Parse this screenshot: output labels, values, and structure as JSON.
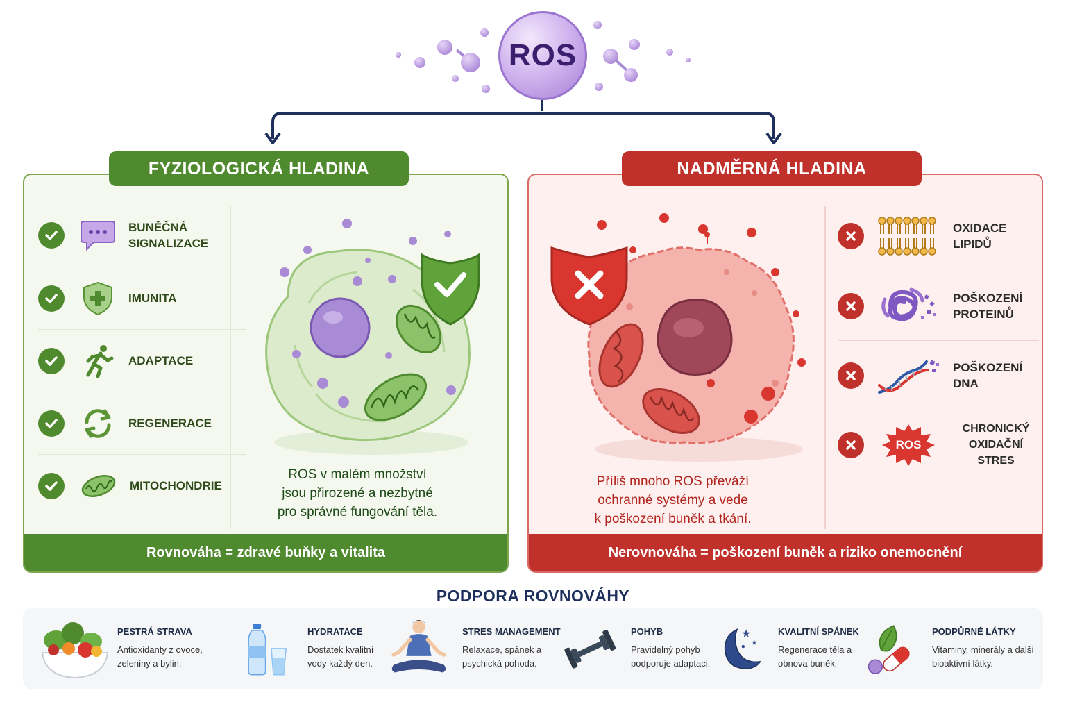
{
  "header": {
    "center_label": "ROS"
  },
  "left_panel": {
    "title": "FYZIOLOGICKÁ HLADINA",
    "items": [
      {
        "label_lines": [
          "BUNĚČNÁ",
          "SIGNALIZACE"
        ],
        "icon": "speech-bubble-icon"
      },
      {
        "label_lines": [
          "IMUNITA"
        ],
        "icon": "shield-plus-icon"
      },
      {
        "label_lines": [
          "ADAPTACE"
        ],
        "icon": "running-person-icon"
      },
      {
        "label_lines": [
          "REGENERACE"
        ],
        "icon": "recycle-arrows-icon"
      },
      {
        "label_lines": [
          "MITOCHONDRIE"
        ],
        "icon": "mitochondrion-icon"
      }
    ],
    "caption_lines": [
      "ROS v malém množství",
      "jsou přirozené a nezbytné",
      "pro správné fungování těla."
    ],
    "footer": "Rovnováha = zdravé buňky a vitalita"
  },
  "right_panel": {
    "title": "NADMĚRNÁ HLADINA",
    "items": [
      {
        "label_lines": [
          "OXIDACE",
          "LIPIDŮ"
        ],
        "icon": "lipid-bilayer-icon"
      },
      {
        "label_lines": [
          "POŠKOZENÍ",
          "PROTEINŮ"
        ],
        "icon": "damaged-protein-icon"
      },
      {
        "label_lines": [
          "POŠKOZENÍ",
          "DNA"
        ],
        "icon": "broken-dna-icon"
      },
      {
        "label_lines": [
          "CHRONICKÝ",
          "OXIDAČNÍ STRES"
        ],
        "icon": "ros-burst-icon",
        "badge": "ROS"
      }
    ],
    "caption_lines": [
      "Příliš mnoho ROS převáží",
      "ochranné systémy a vede",
      "k poškození buněk a tkání."
    ],
    "footer": "Nerovnováha = poškození buněk a riziko onemocnění"
  },
  "support": {
    "title": "PODPORA ROVNOVÁHY",
    "items": [
      {
        "title": "PESTRÁ STRAVA",
        "desc": "Antioxidanty z ovoce, zeleniny a bylin.",
        "icon": "vegetable-bowl-icon"
      },
      {
        "title": "HYDRATACE",
        "desc": "Dostatek kvalitní vody každý den.",
        "icon": "water-bottle-icon"
      },
      {
        "title": "STRES MANAGEMENT",
        "desc": "Relaxace, spánek a psychická pohoda.",
        "icon": "meditation-icon"
      },
      {
        "title": "POHYB",
        "desc": "Pravidelný pohyb podporuje adaptaci.",
        "icon": "dumbbell-icon"
      },
      {
        "title": "KVALITNÍ SPÁNEK",
        "desc": "Regenerace těla a obnova buněk.",
        "icon": "moon-stars-icon"
      },
      {
        "title": "PODPŮRNÉ LÁTKY",
        "desc": "Vitaminy, minerály a další bioaktivní látky.",
        "icon": "leaf-capsule-icon"
      }
    ]
  },
  "colors": {
    "green_dark": "#4f8a2f",
    "green_light": "#f4f8ee",
    "red_dark": "#c0312b",
    "red_light": "#fdf0ef",
    "purple": "#9b72cf",
    "navy": "#1e2f5c"
  }
}
